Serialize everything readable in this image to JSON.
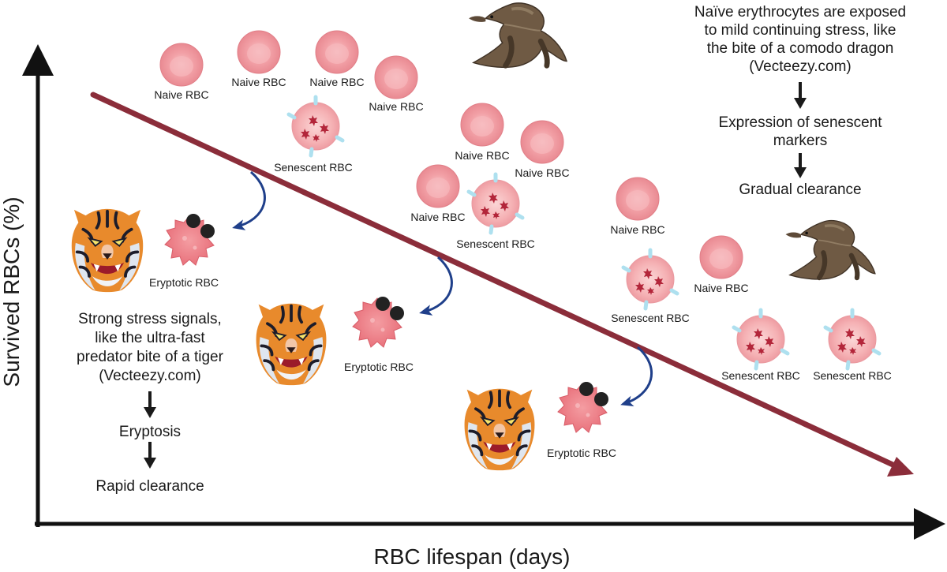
{
  "axes": {
    "y_label": "Survived RBCs (%)",
    "x_label": "RBC lifespan (days)"
  },
  "cells": {
    "naive": "Naive RBC",
    "senescent": "Senescent RBC",
    "eryptotic": "Eryptotic RBC"
  },
  "left_panel": {
    "lines": [
      "Strong stress signals,",
      "like the ultra-fast",
      "predator bite of a tiger",
      "(Vecteezy.com)"
    ],
    "step1": "Eryptosis",
    "step2": "Rapid clearance"
  },
  "right_panel": {
    "lines": [
      "Naïve erythrocytes are exposed",
      "to mild continuing stress, like",
      "the bite of a comodo dragon",
      "(Vecteezy.com)"
    ],
    "step1_lines": [
      "Expression of senescent",
      "markers"
    ],
    "step2": "Gradual clearance"
  },
  "icons": {
    "tiger": "tiger-head-icon",
    "dragon": "komodo-dragon-icon"
  },
  "colors": {
    "trend_line": "#8b2d3a",
    "curved_arrow": "#1f3f8a",
    "naive_cell": "#f4a3a8",
    "senescent_cell": "#f7b7b9",
    "marker": "#b3263a",
    "eryptotic_cell": "#ef7f86",
    "bleb": "#222222"
  }
}
